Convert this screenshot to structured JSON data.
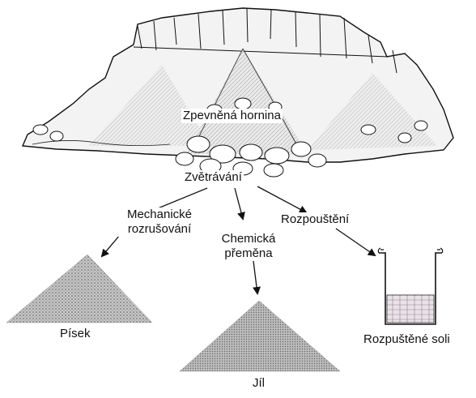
{
  "labels": {
    "rock": "Zpevněná hornina",
    "weathering": "Zvětrávání",
    "mechanical_1": "Mechanické",
    "mechanical_2": "rozrušování",
    "chemical_1": "Chemická",
    "chemical_2": "přeměna",
    "dissolution": "Rozpouštění",
    "sand": "Písek",
    "clay": "Jíl",
    "salts": "Rozpuštěné soli"
  },
  "colors": {
    "ink": "#111111",
    "rock_shade": "#bdbdbd",
    "sediment": "#9a9a9a",
    "background": "#ffffff"
  },
  "icons": [
    "rock-outcrop-icon",
    "sand-pile-icon",
    "clay-pile-icon",
    "beaker-icon"
  ]
}
